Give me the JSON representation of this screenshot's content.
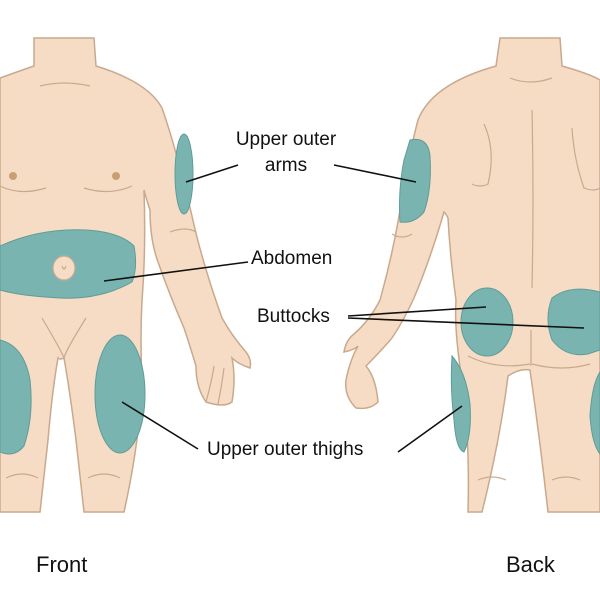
{
  "labels": {
    "upper_outer_arms_line1": "Upper outer",
    "upper_outer_arms_line2": "arms",
    "abdomen": "Abdomen",
    "buttocks": "Buttocks",
    "upper_outer_thighs": "Upper outer thighs"
  },
  "views": {
    "front": "Front",
    "back": "Back"
  },
  "colors": {
    "skin": "#f6dcc5",
    "outline": "#c9a98d",
    "zone": "#7ab4b0",
    "zone_outline": "#5f9c98",
    "line": "#111111",
    "nipple": "#c9a074"
  }
}
